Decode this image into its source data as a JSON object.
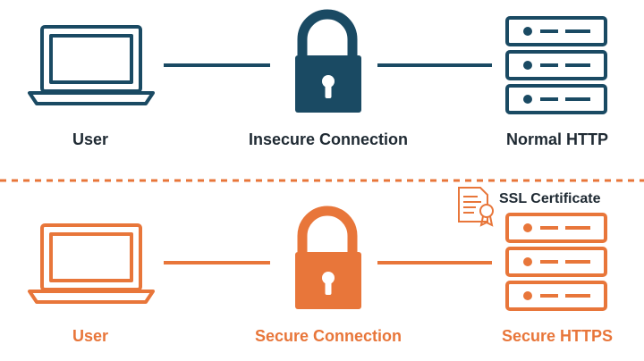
{
  "colors": {
    "insecure": "#1a4a63",
    "secure": "#e8763a",
    "text_dark": "#1f2a33"
  },
  "insecure_row": {
    "user_label": "User",
    "connection_label": "Insecure Connection",
    "server_label": "Normal HTTP"
  },
  "secure_row": {
    "user_label": "User",
    "connection_label": "Secure Connection",
    "server_label": "Secure HTTPS",
    "certificate_label": "SSL Certificate"
  },
  "icons": {
    "laptop": "laptop-icon",
    "lock": "padlock-icon",
    "server": "server-rack-icon",
    "certificate": "certificate-icon"
  }
}
